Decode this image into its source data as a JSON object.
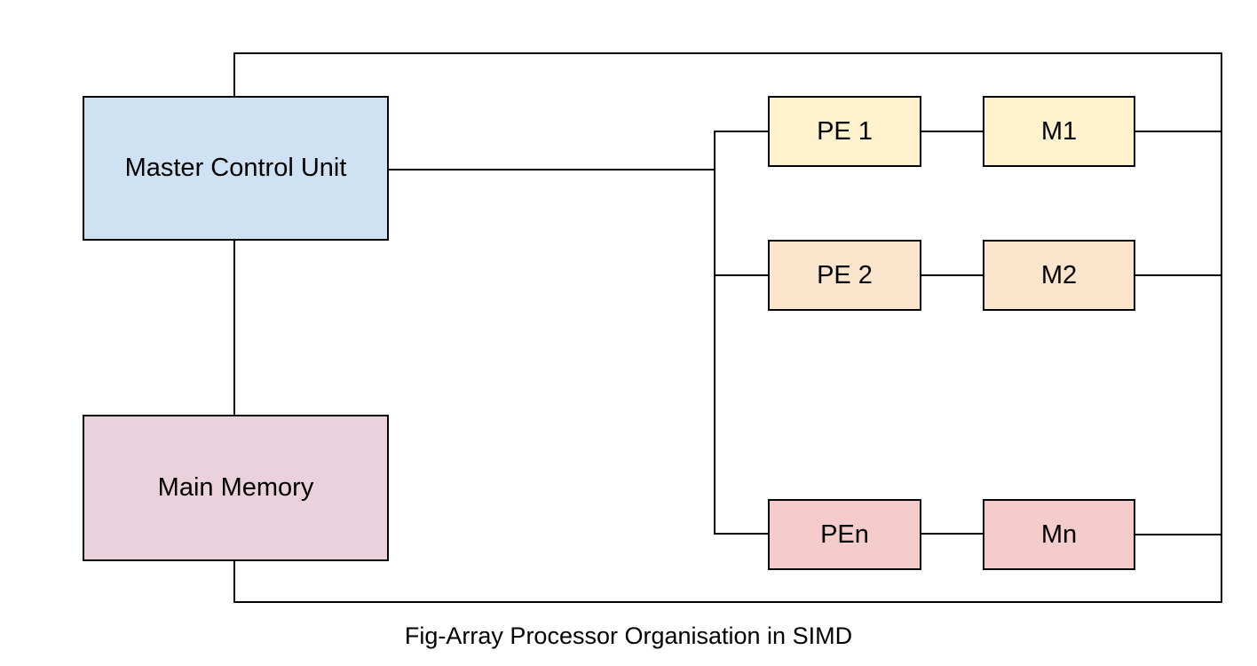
{
  "diagram": {
    "title": "Fig-Array Processor Organisation in SIMD",
    "nodes": {
      "master_control_unit": {
        "label": "Master Control Unit",
        "fill": "#cfe2f3"
      },
      "main_memory": {
        "label": "Main Memory",
        "fill": "#ead1dc"
      },
      "pe1": {
        "label": "PE 1",
        "fill": "#fff2cc"
      },
      "m1": {
        "label": "M1",
        "fill": "#fff2cc"
      },
      "pe2": {
        "label": "PE 2",
        "fill": "#fce5cd"
      },
      "m2": {
        "label": "M2",
        "fill": "#fce5cd"
      },
      "pen": {
        "label": "PEn",
        "fill": "#f4cccc"
      },
      "mn": {
        "label": "Mn",
        "fill": "#f4cccc"
      }
    },
    "edges": [
      [
        "master_control_unit",
        "pe_bus"
      ],
      [
        "pe_bus",
        "pe1"
      ],
      [
        "pe_bus",
        "pe2"
      ],
      [
        "pe_bus",
        "pen"
      ],
      [
        "pe1",
        "m1"
      ],
      [
        "pe2",
        "m2"
      ],
      [
        "pen",
        "mn"
      ],
      [
        "m1",
        "right_return_bus"
      ],
      [
        "m2",
        "right_return_bus"
      ],
      [
        "mn",
        "right_return_bus"
      ],
      [
        "master_control_unit",
        "main_memory"
      ],
      [
        "main_memory",
        "bottom_return_bus"
      ],
      [
        "master_control_unit",
        "top_return_bus"
      ]
    ],
    "colors": {
      "wire": "#000000",
      "border": "#000000",
      "text": "#000000",
      "background": "#ffffff"
    }
  }
}
